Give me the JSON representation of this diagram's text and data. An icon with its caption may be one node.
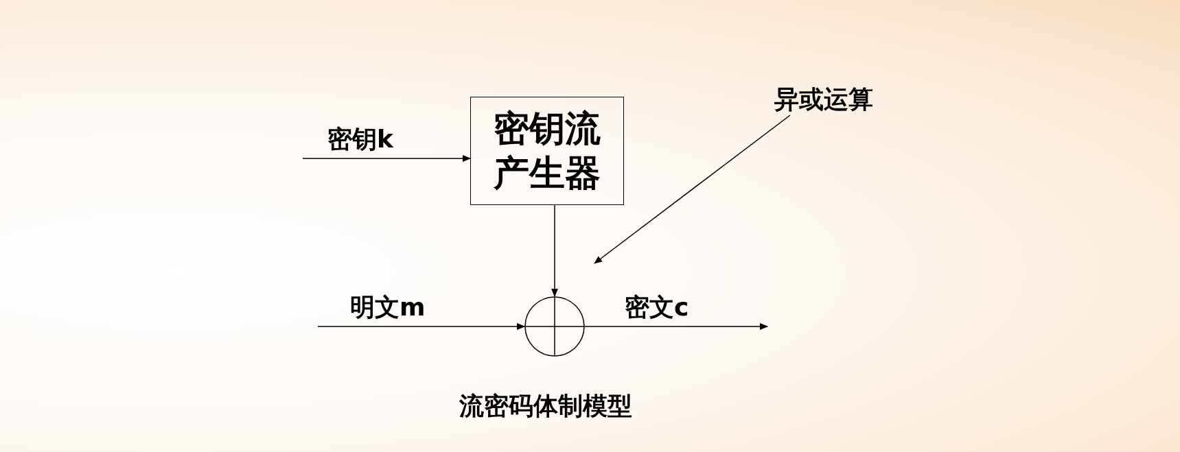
{
  "diagram": {
    "caption": "流密码体制模型",
    "nodes": [
      {
        "text": [
          "密钥流产生器"
        ]
      },
      {
        "text": [],
        "shape": "circle"
      },
      {
        "text": [
          "异或运算"
        ]
      }
    ],
    "edges": [
      {
        "from": null,
        "to": 0,
        "arrow": "to",
        "label": "密钥k"
      },
      {
        "from": 0,
        "to": 1,
        "arrow": "to"
      },
      {
        "from": null,
        "to": 1,
        "arrow": "to",
        "label": "明文m"
      },
      {
        "from": 1,
        "to": null,
        "arrow": "to",
        "label": "密文c"
      },
      {
        "from": 2,
        "to": null,
        "arrow": "to"
      }
    ]
  }
}
